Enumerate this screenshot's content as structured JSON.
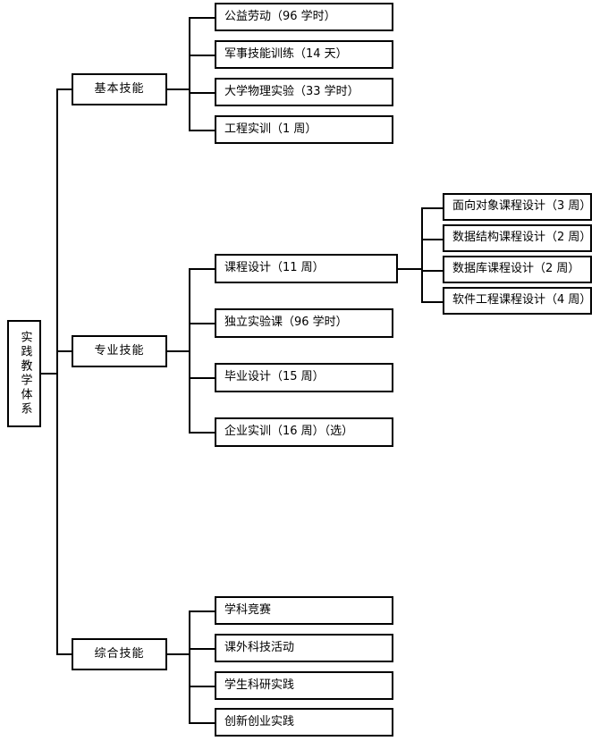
{
  "diagram": {
    "title": "实践教学体系",
    "type": "organizational-tree",
    "orientation": "left-to-right",
    "root": {
      "label": "实践教学体系",
      "text_direction": "vertical"
    },
    "branches": [
      {
        "label": "基本技能",
        "children": [
          {
            "label": "公益劳动（96 学时）"
          },
          {
            "label": "军事技能训练（14 天）"
          },
          {
            "label": "大学物理实验（33 学时）"
          },
          {
            "label": "工程实训（1 周）"
          }
        ]
      },
      {
        "label": "专业技能",
        "children": [
          {
            "label": "课程设计（11 周）",
            "children": [
              {
                "label": "面向对象课程设计（3 周）"
              },
              {
                "label": "数据结构课程设计（2 周）"
              },
              {
                "label": "数据库课程设计（2 周）"
              },
              {
                "label": "软件工程课程设计（4 周）"
              }
            ]
          },
          {
            "label": "独立实验课（96 学时）"
          },
          {
            "label": "毕业设计（15 周）"
          },
          {
            "label": "企业实训（16 周）（选）"
          }
        ]
      },
      {
        "label": "综合技能",
        "children": [
          {
            "label": "学科竞赛"
          },
          {
            "label": "课外科技活动"
          },
          {
            "label": "学生科研实践"
          },
          {
            "label": "创新创业实践"
          }
        ]
      }
    ],
    "colors": {
      "background": "#ffffff",
      "border": "#000000",
      "text": "#000000"
    }
  }
}
